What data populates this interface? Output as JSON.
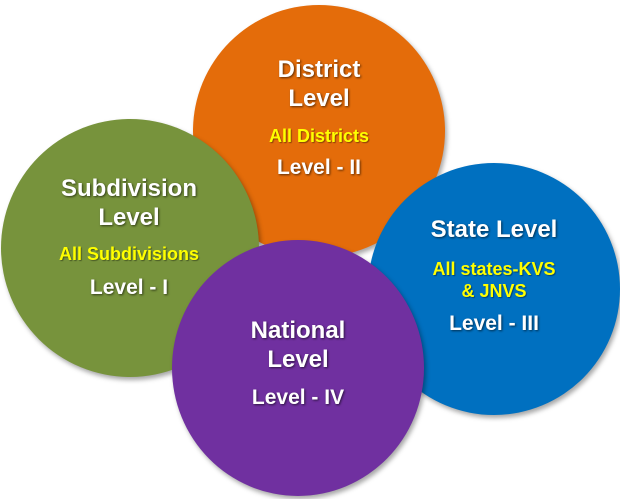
{
  "colors": {
    "district": "#E46C0A",
    "subdivision": "#77933C",
    "state": "#0070C0",
    "national": "#7030A0",
    "title_text": "#FFFFFF",
    "scope_text": "#FFFF00"
  },
  "district": {
    "title_line1": "District",
    "title_line2": "Level",
    "scope": "All Districts",
    "level": "Level - II"
  },
  "subdivision": {
    "title_line1": "Subdivision",
    "title_line2": "Level",
    "scope": "All Subdivisions",
    "level": "Level - I"
  },
  "state": {
    "title": "State Level",
    "scope_line1": "All states-KVS",
    "scope_line2": "& JNVS",
    "level": "Level - III"
  },
  "national": {
    "title_line1": "National",
    "title_line2": "Level",
    "level": "Level - IV"
  }
}
